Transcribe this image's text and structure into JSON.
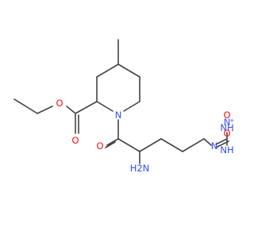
{
  "colors": {
    "bond": "#444444",
    "oxygen": "#ff0d0d",
    "nitrogen": "#3050f8"
  },
  "molecule": {
    "atoms": {
      "ester_o_carbonyl": "O",
      "ester_o_single": "O",
      "ring_n": "N",
      "amide_o": "O",
      "amino": "H2N",
      "guanidine_n": "N",
      "imino_nh": "NH",
      "amine_nh": "NH",
      "nitro_n": "N",
      "nitro_plus": "+",
      "nitro_o_top": "O",
      "nitro_o_minus": "O",
      "minus_charge": "-"
    }
  }
}
